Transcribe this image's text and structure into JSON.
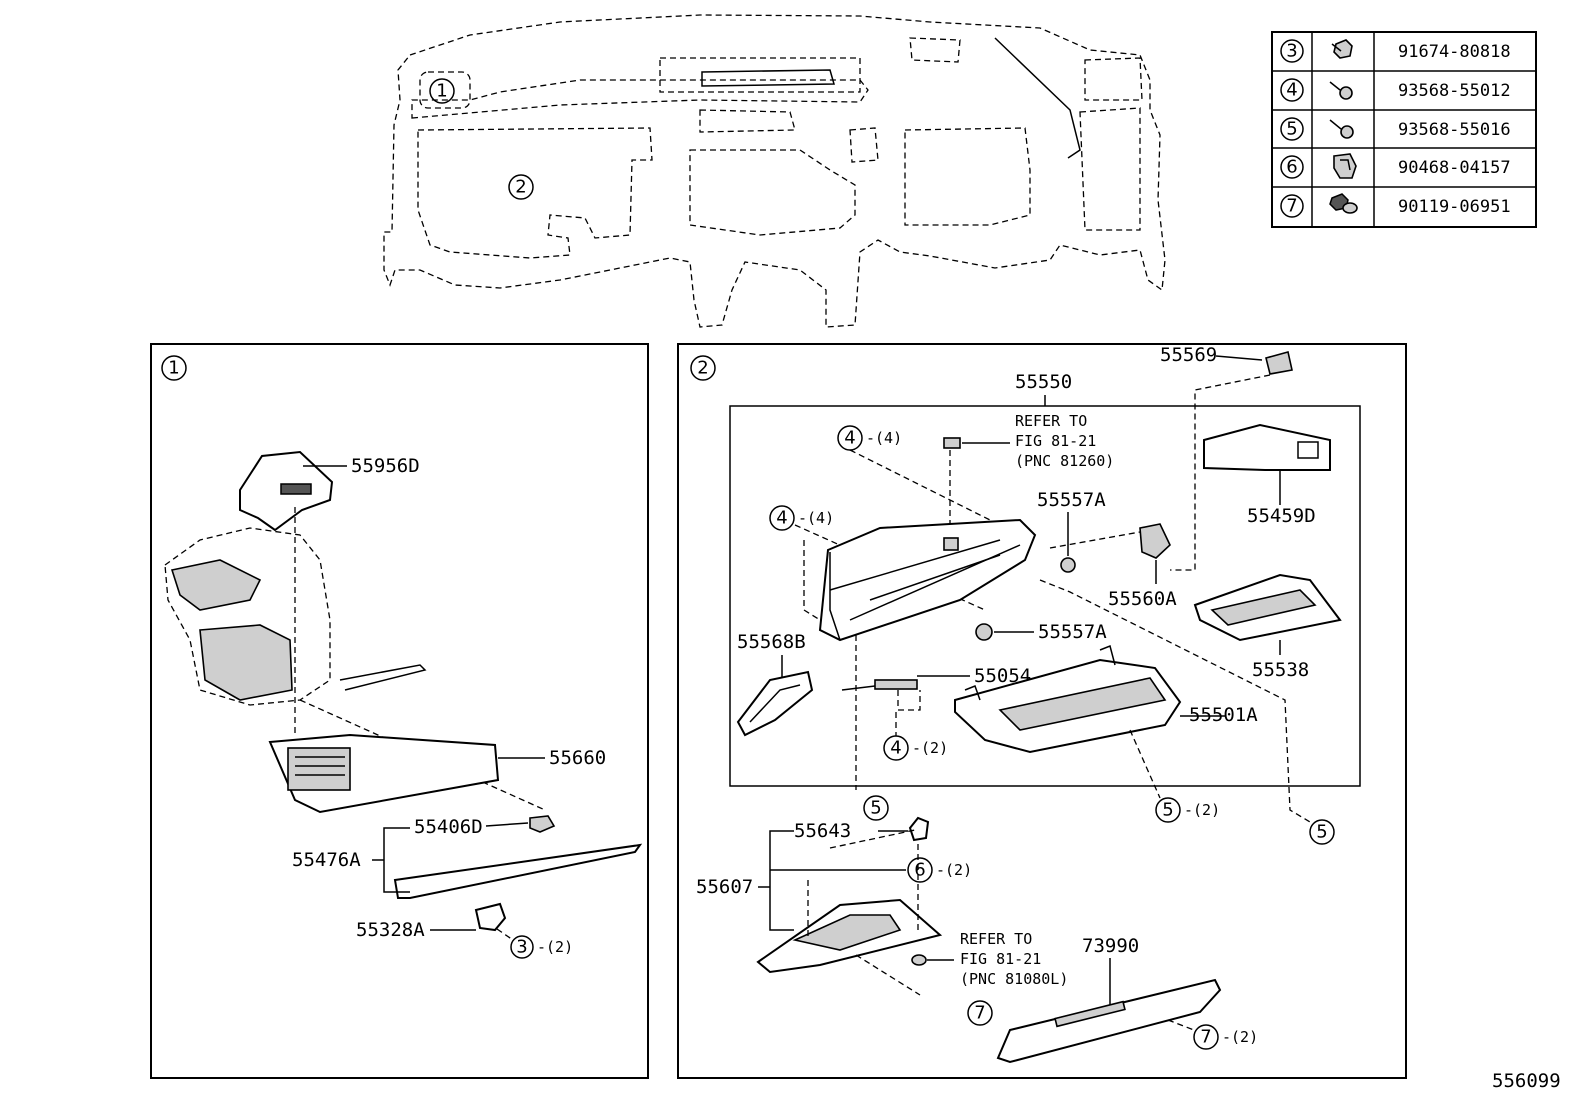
{
  "fastener_table": [
    {
      "ref": "3",
      "icon": "bolt-icon",
      "part_no": "91674-80818"
    },
    {
      "ref": "4",
      "icon": "screw-icon",
      "part_no": "93568-55012"
    },
    {
      "ref": "5",
      "icon": "screw-icon",
      "part_no": "93568-55016"
    },
    {
      "ref": "6",
      "icon": "clip-nut-icon",
      "part_no": "90468-04157"
    },
    {
      "ref": "7",
      "icon": "bolt-washer-icon",
      "part_no": "90119-06951"
    }
  ],
  "overview": {
    "callout_1": "1",
    "callout_2": "2"
  },
  "panel1": {
    "title_ref": "1",
    "p55956D": "55956D",
    "p55660": "55660",
    "p55406D": "55406D",
    "p55476A": "55476A",
    "p55328A": "55328A",
    "c3": "3",
    "c3_qty": "-(2)"
  },
  "panel2": {
    "title_ref": "2",
    "p55569": "55569",
    "p55550": "55550",
    "refer1": [
      "REFER TO",
      "FIG 81-21",
      "(PNC 81260)"
    ],
    "c4a": "4",
    "c4a_qty": "-(4)",
    "c4b": "4",
    "c4b_qty": "-(4)",
    "p55557A_top": "55557A",
    "p55557A_bottom": "55557A",
    "p55459D": "55459D",
    "p55560A": "55560A",
    "p55568B": "55568B",
    "p55054": "55054",
    "p55538": "55538",
    "p55501A": "55501A",
    "c4c": "4",
    "c4c_qty": "-(2)",
    "c5a": "5",
    "c5b": "5",
    "c5b_qty": "-(2)",
    "c5c": "5",
    "p55643": "55643",
    "p55607": "55607",
    "c6": "6",
    "c6_qty": "-(2)",
    "refer2": [
      "REFER TO",
      "FIG 81-21",
      "(PNC 81080L)"
    ],
    "p73990": "73990",
    "c7a": "7",
    "c7b": "7",
    "c7b_qty": "-(2)"
  },
  "figure_number": "556099"
}
